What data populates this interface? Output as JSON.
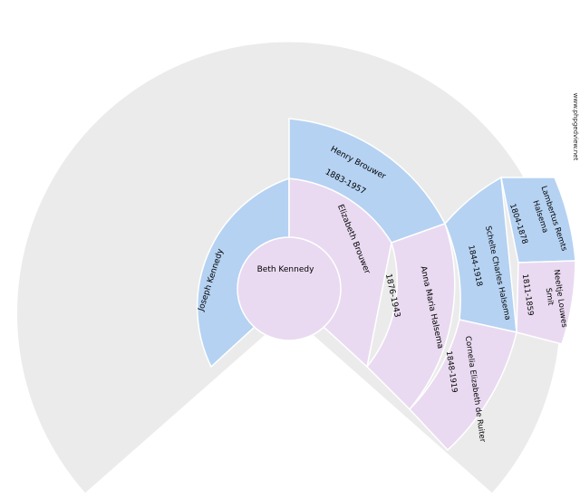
{
  "colors": {
    "background_fan": "#ebebeb",
    "male": "#b5d2f2",
    "female": "#e9daf1",
    "border": "#ffffff"
  },
  "watermark": "www.phpgedview.net",
  "people": {
    "root": {
      "name": "Beth Kennedy",
      "sex": "F"
    },
    "father": {
      "name": "Joseph Kennedy",
      "sex": "M"
    },
    "mother": {
      "name": "Elizabeth Brouwer",
      "dates": "1876-1943",
      "sex": "F"
    },
    "mother_father": {
      "name": "Henry Brouwer",
      "dates": "1883-1957",
      "sex": "M"
    },
    "mother_mother": {
      "name": "Anna Maria Halsema",
      "sex": "F"
    },
    "mm_father": {
      "name": "Schelte Charles Halsema",
      "dates": "1844-1918",
      "sex": "M"
    },
    "mm_mother": {
      "name": "Cornelia Elizabeth de Ruiter",
      "dates": "1848-1919",
      "sex": "F"
    },
    "mmf_father": {
      "name_line1": "Lambertus Remts",
      "name_line2": "Halsema",
      "dates": "1804-1878",
      "sex": "M"
    },
    "mmf_mother": {
      "name_line1": "Neeltje Louwes",
      "name_line2": "Smit",
      "dates": "1811-1859",
      "sex": "F"
    }
  }
}
